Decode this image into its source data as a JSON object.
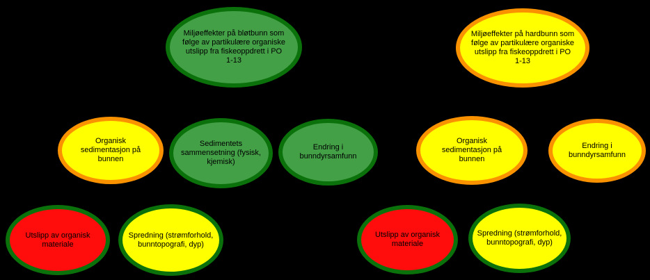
{
  "canvas": {
    "background": "#000000"
  },
  "colors": {
    "green": "#43A047",
    "darkGreen": "#0B720B",
    "yellow": "#FFFF00",
    "orange": "#FA9200",
    "red": "#FF0D0D",
    "text": "#000000"
  },
  "groups": {
    "left": "blotbunn",
    "right": "hardbunn"
  },
  "nodes": [
    {
      "id": "miljoeffekter-blotbunn",
      "group": "blotbunn",
      "label": "Miljøeffekter på bløtbunn som følge av partikulære organiske utslipp fra fiskeoppdrett i PO 1-13",
      "fill": "green",
      "border": "darkGreen"
    },
    {
      "id": "miljoeffekter-hardbunn",
      "group": "hardbunn",
      "label": "Miljøeffekter på hardbunn som følge av partikulære organiske utslipp fra fiskeoppdrett i PO 1-13",
      "fill": "yellow",
      "border": "orange"
    },
    {
      "id": "organisk-sedimentasjon-blotbunn",
      "group": "blotbunn",
      "label": "Organisk sedimentasjon på bunnen",
      "fill": "yellow",
      "border": "orange"
    },
    {
      "id": "sedimentets-sammensetning",
      "group": "blotbunn",
      "label": "Sedimentets sammensetning (fysisk, kjemisk)",
      "fill": "green",
      "border": "darkGreen"
    },
    {
      "id": "endring-bunndyrsamfunn-blotbunn",
      "group": "blotbunn",
      "label": "Endring i bunndyrsamfunn",
      "fill": "green",
      "border": "darkGreen"
    },
    {
      "id": "organisk-sedimentasjon-hardbunn",
      "group": "hardbunn",
      "label": "Organisk sedimentasjon på bunnen",
      "fill": "yellow",
      "border": "orange"
    },
    {
      "id": "endring-bunndyrsamfunn-hardbunn",
      "group": "hardbunn",
      "label": "Endring i bunndyrsamfunn",
      "fill": "yellow",
      "border": "orange"
    },
    {
      "id": "utslipp-organisk-blotbunn",
      "group": "blotbunn",
      "label": "Utslipp av organisk materiale",
      "fill": "red",
      "border": "darkGreen"
    },
    {
      "id": "spredning-blotbunn",
      "group": "blotbunn",
      "label": "Spredning (strømforhold, bunntopografi, dyp)",
      "fill": "yellow",
      "border": "darkGreen"
    },
    {
      "id": "utslipp-organisk-hardbunn",
      "group": "hardbunn",
      "label": "Utslipp av organisk materiale",
      "fill": "red",
      "border": "darkGreen"
    },
    {
      "id": "spredning-hardbunn",
      "group": "hardbunn",
      "label": "Spredning (strømforhold, bunntopografi, dyp)",
      "fill": "yellow",
      "border": "darkGreen"
    }
  ]
}
